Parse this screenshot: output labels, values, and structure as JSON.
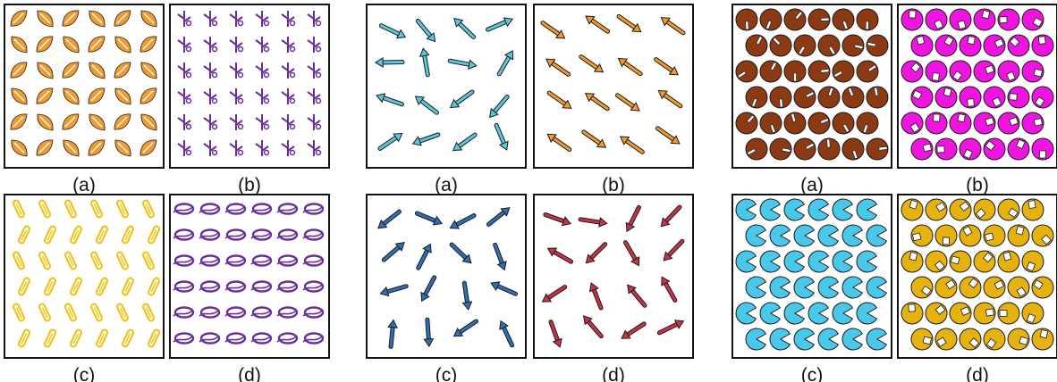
{
  "groups": [
    {
      "kind": "motif",
      "panels": [
        {
          "caption": "(a)",
          "color": "#f29a2e",
          "symbol": "leaf-motif"
        },
        {
          "caption": "(b)",
          "color": "#6a2f9a",
          "symbol": "branch-motif"
        },
        {
          "caption": "(c)",
          "color": "#f0c419",
          "symbol": "paperclip-motif"
        },
        {
          "caption": "(d)",
          "color": "#6a2f9a",
          "symbol": "swirl-motif"
        }
      ]
    },
    {
      "kind": "arrows",
      "panels": [
        {
          "caption": "(a)",
          "color": "#5cc8e0",
          "symbol": "arrow-icon"
        },
        {
          "caption": "(b)",
          "color": "#f29a2e",
          "symbol": "arrow-icon"
        },
        {
          "caption": "(c)",
          "color": "#2f6fb8",
          "symbol": "arrow-icon"
        },
        {
          "caption": "(d)",
          "color": "#c8334a",
          "symbol": "arrow-icon"
        }
      ]
    },
    {
      "kind": "discs",
      "panels": [
        {
          "caption": "(a)",
          "color": "#8b3a14",
          "symbol": "disc-with-notch"
        },
        {
          "caption": "(b)",
          "color": "#f014e0",
          "symbol": "disc-with-square"
        },
        {
          "caption": "(c)",
          "color": "#49c8ea",
          "symbol": "disc-with-wedge"
        },
        {
          "caption": "(d)",
          "color": "#e5b20f",
          "symbol": "disc-with-square"
        }
      ]
    }
  ]
}
